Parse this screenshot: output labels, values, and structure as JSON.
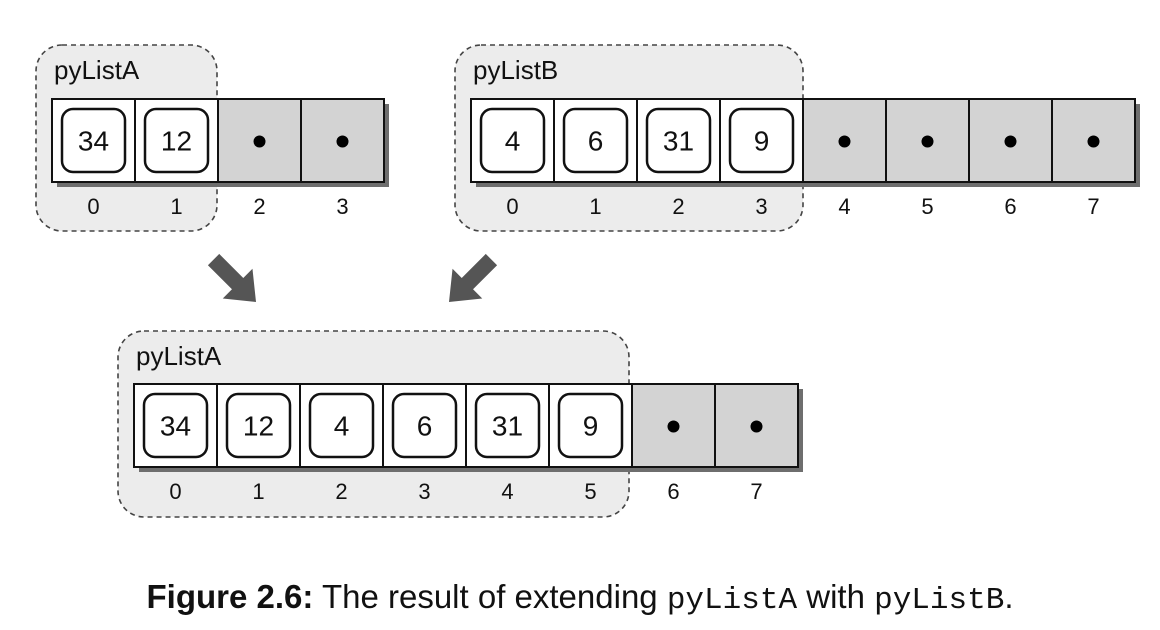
{
  "lists": [
    {
      "id": "a_before",
      "label": "pyListA",
      "values": [
        "34",
        "12"
      ],
      "capacity": 4,
      "indices": [
        "0",
        "1",
        "2",
        "3"
      ]
    },
    {
      "id": "b",
      "label": "pyListB",
      "values": [
        "4",
        "6",
        "31",
        "9"
      ],
      "capacity": 8,
      "indices": [
        "0",
        "1",
        "2",
        "3",
        "4",
        "5",
        "6",
        "7"
      ]
    },
    {
      "id": "a_after",
      "label": "pyListA",
      "values": [
        "34",
        "12",
        "4",
        "6",
        "31",
        "9"
      ],
      "capacity": 8,
      "indices": [
        "0",
        "1",
        "2",
        "3",
        "4",
        "5",
        "6",
        "7"
      ]
    }
  ],
  "caption": {
    "figure": "Figure 2.6:",
    "text_before": " The result of extending ",
    "code1": "pyListA",
    "text_middle": " with ",
    "code2": "pyListB",
    "text_after": "."
  },
  "colors": {
    "group_fill": "#ececec",
    "empty_cell": "#d3d3d3",
    "arrow": "#555555"
  }
}
